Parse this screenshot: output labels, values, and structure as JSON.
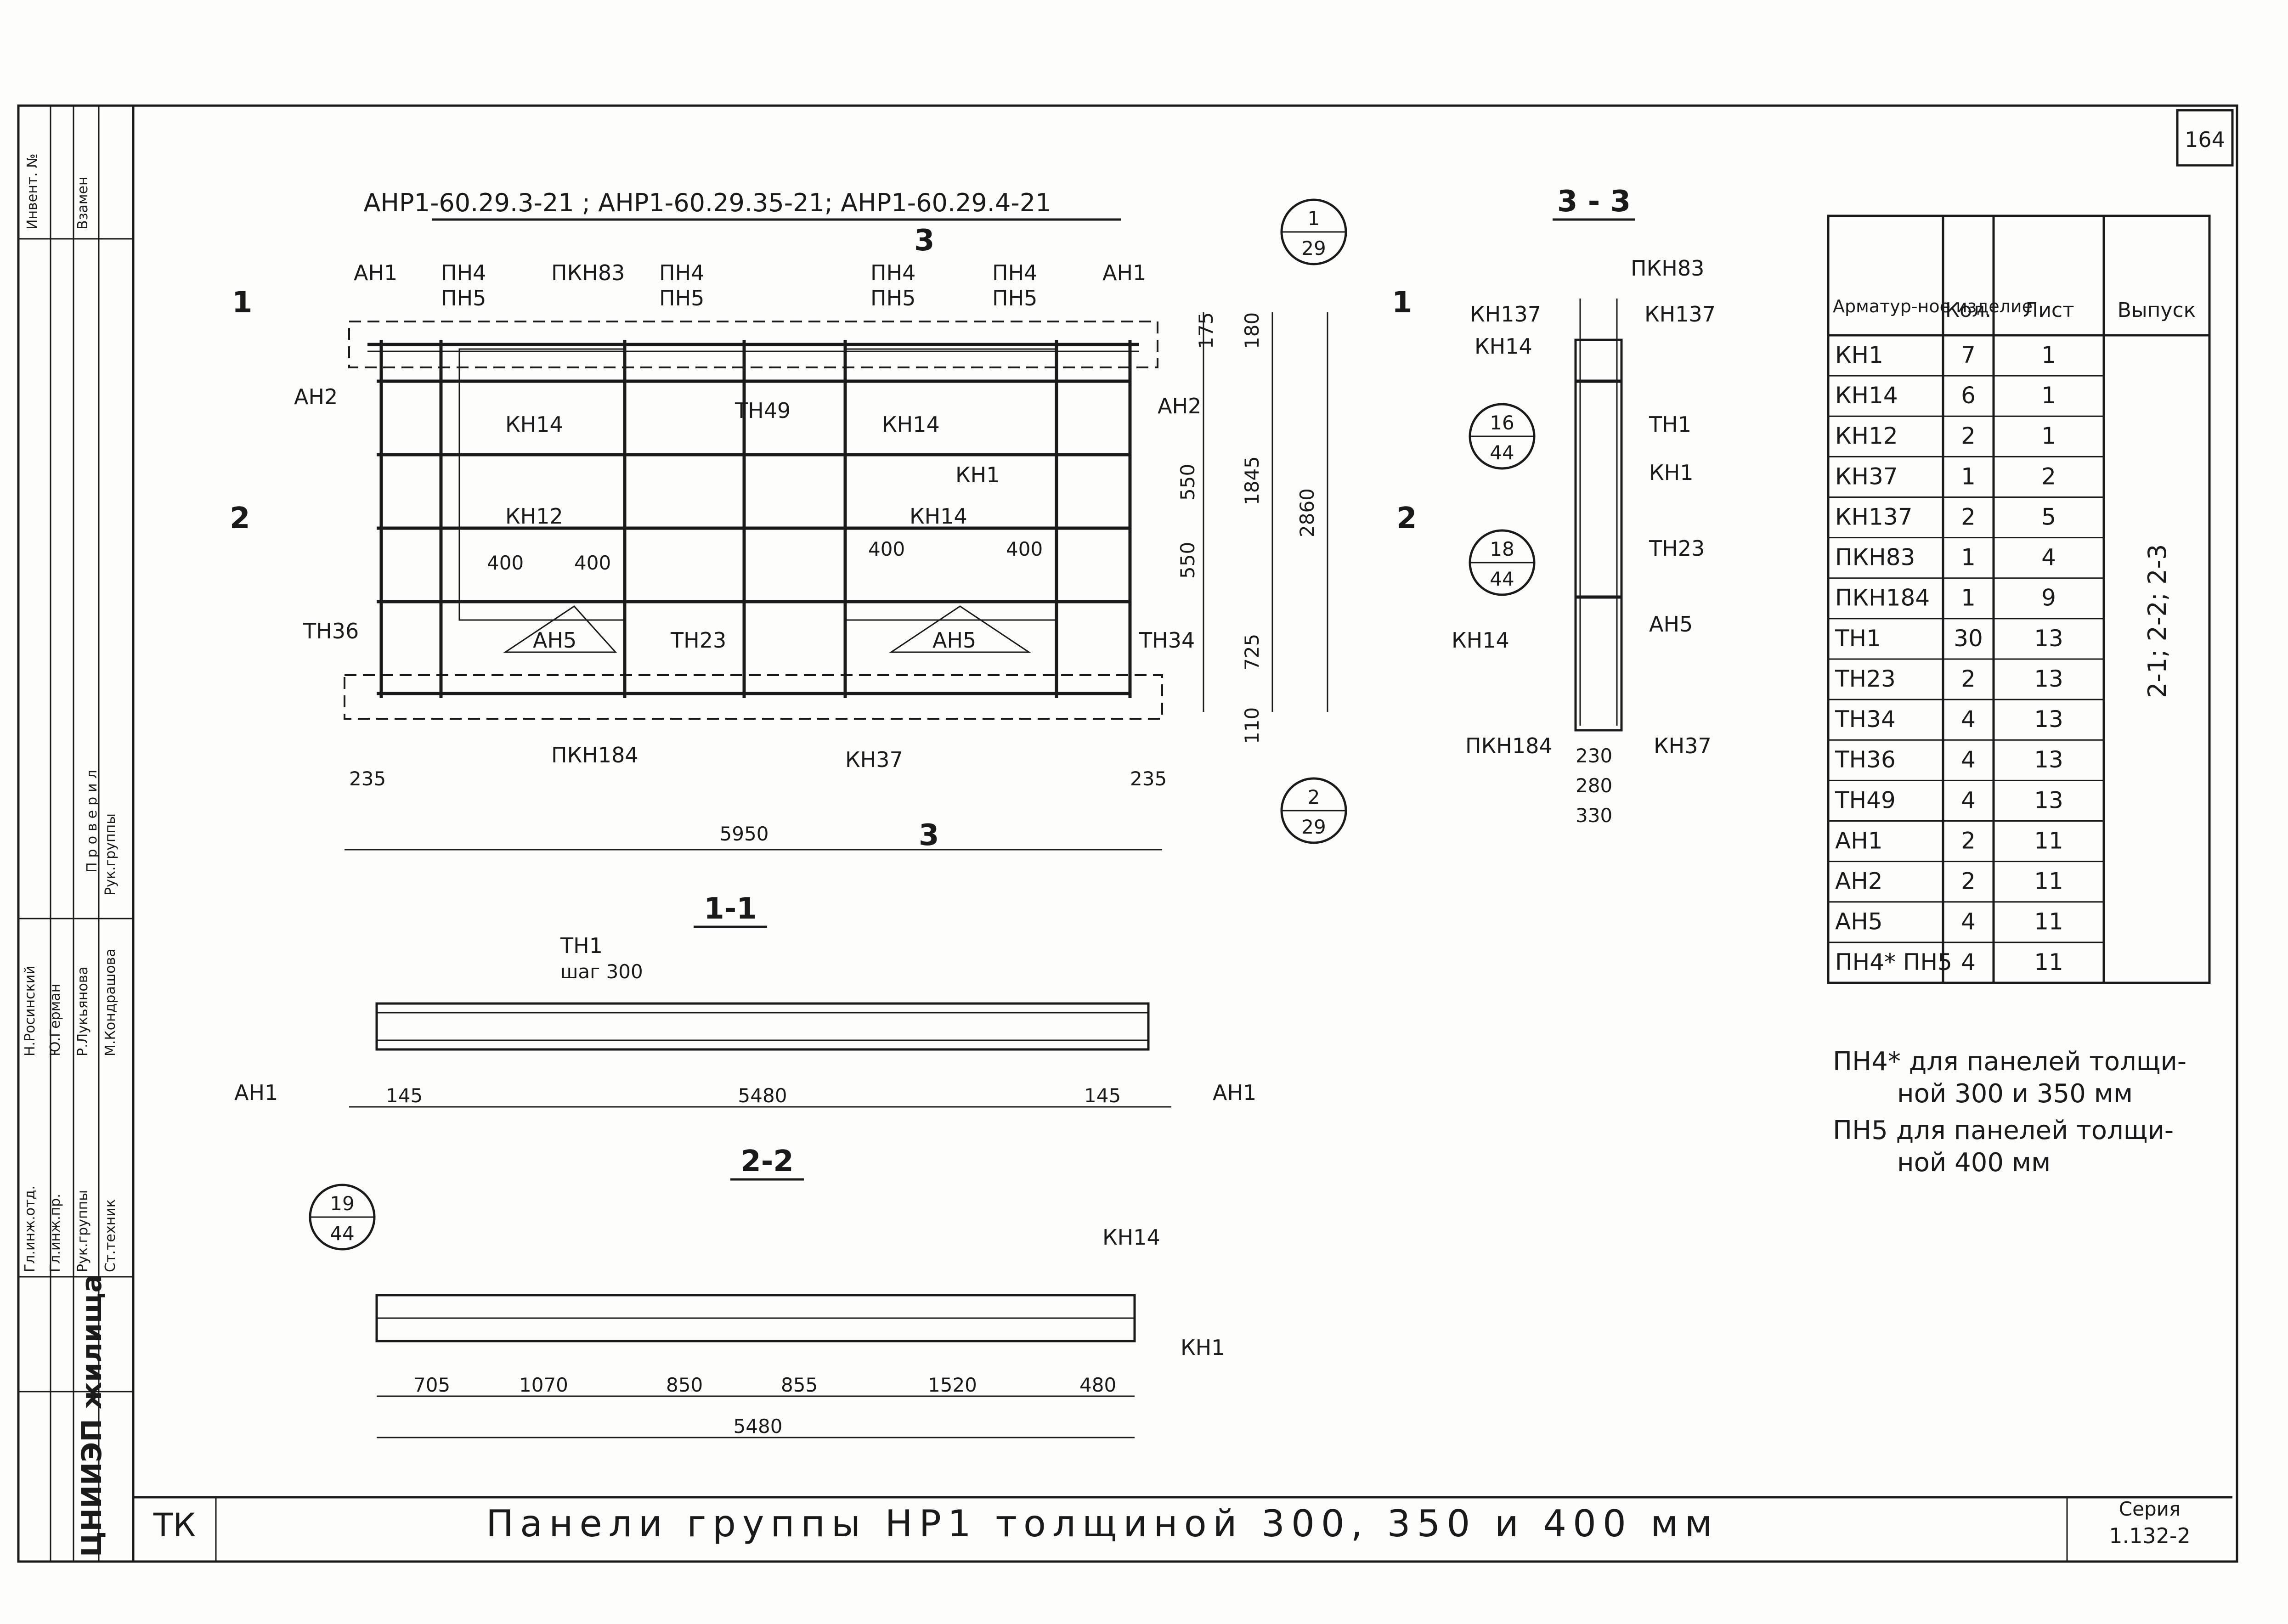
{
  "sheet_number": "164",
  "title": "АНР1-60.29.3-21 ; АНР1-60.29.35-21; АНР1-60.29.4-21",
  "stamp": {
    "code": "ТК",
    "caption": "Панели группы НР1 толщиной 300, 350 и 400 мм",
    "series_label": "Серия",
    "series_value": "1.132-2"
  },
  "org": "ЦНИИЭП жилища",
  "left_strip": {
    "top": [
      "Инвент. №",
      "Взамен"
    ],
    "check_label": "Проверил",
    "roles": [
      "Гл.инж.отд.",
      "Гл.инж.пр.",
      "Рук.группы",
      "Ст.техник"
    ],
    "names": [
      "Н.Росинский",
      "Ю.Герман",
      "Р.Лукьянова",
      "М.Кондрашова"
    ],
    "extra": "Рук.группы"
  },
  "callouts": {
    "c1": {
      "top": "1",
      "bottom": "29"
    },
    "c2": {
      "top": "2",
      "bottom": "29"
    },
    "c16": {
      "top": "16",
      "bottom": "44"
    },
    "c18": {
      "top": "18",
      "bottom": "44"
    },
    "c19": {
      "top": "19",
      "bottom": "44"
    }
  },
  "main_view": {
    "labels": [
      "АН1",
      "ПН4",
      "ПН5",
      "ПКН83",
      "ПН4",
      "ПН5",
      "ПН4",
      "ПН5",
      "ПН4",
      "ПН5",
      "АН1",
      "АН2",
      "КН14",
      "ТН49",
      "КН14",
      "АН2",
      "КН1",
      "КН12",
      "КН14",
      "ТН36",
      "АН5",
      "ТН23",
      "АН5",
      "ТН34",
      "ПКН184",
      "КН37"
    ],
    "section_marks": [
      "1",
      "1",
      "2",
      "2",
      "3",
      "3"
    ],
    "dims": [
      "400",
      "400",
      "400",
      "400",
      "175",
      "180",
      "550",
      "550",
      "725",
      "110",
      "1845",
      "2860",
      "235",
      "235",
      "5950"
    ]
  },
  "section_11": {
    "title": "1-1",
    "labels": [
      "ТН1",
      "шаг 300",
      "АН1",
      "АН1"
    ],
    "dims": [
      "145",
      "5480",
      "145"
    ]
  },
  "section_22": {
    "title": "2-2",
    "labels": [
      "КН14",
      "КН1"
    ],
    "dims": [
      "705",
      "1070",
      "850",
      "855",
      "1520",
      "480",
      "5480"
    ]
  },
  "section_33": {
    "title": "3 - 3",
    "labels": [
      "ПКН83",
      "КН137",
      "КН137",
      "КН14",
      "ТН1",
      "КН1",
      "ТН23",
      "АН5",
      "КН14",
      "ПКН184",
      "КН37"
    ],
    "dims": [
      "230",
      "280",
      "330"
    ]
  },
  "table": {
    "headers": [
      "Арматур-ное изделие",
      "Кол.",
      "Лист",
      "Выпуск"
    ],
    "rows": [
      [
        "КН1",
        "7",
        "1"
      ],
      [
        "КН14",
        "6",
        "1"
      ],
      [
        "КН12",
        "2",
        "1"
      ],
      [
        "КН37",
        "1",
        "2"
      ],
      [
        "КН137",
        "2",
        "5"
      ],
      [
        "ПКН83",
        "1",
        "4"
      ],
      [
        "ПКН184",
        "1",
        "9"
      ],
      [
        "ТН1",
        "30",
        "13"
      ],
      [
        "ТН23",
        "2",
        "13"
      ],
      [
        "ТН34",
        "4",
        "13"
      ],
      [
        "ТН36",
        "4",
        "13"
      ],
      [
        "ТН49",
        "4",
        "13"
      ],
      [
        "АН1",
        "2",
        "11"
      ],
      [
        "АН2",
        "2",
        "11"
      ],
      [
        "АН5",
        "4",
        "11"
      ],
      [
        "ПН4* ПН5",
        "4",
        "11"
      ]
    ],
    "release": "2-1; 2-2; 2-3"
  },
  "notes": [
    "ПН4* для панелей толщи-",
    "ной 300 и 350 мм",
    "ПН5 для панелей толщи-",
    "ной 400 мм"
  ]
}
